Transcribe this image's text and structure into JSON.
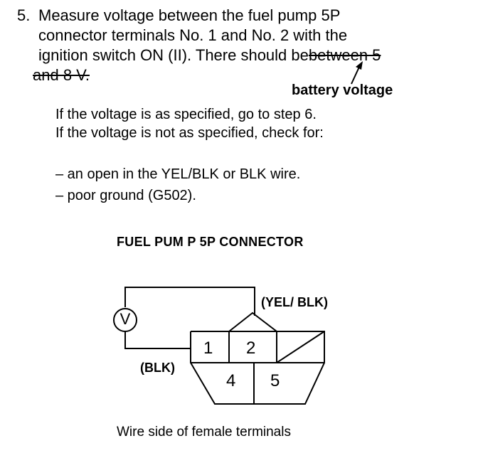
{
  "step": {
    "number": "5.",
    "line1": "Measure voltage between the fuel pump 5P",
    "line2": "connector terminals No. 1 and No. 2 with the",
    "line3": "ignition switch ON (II). There should be",
    "line3_struck": "between 5",
    "line4_struck": "and 8 V.",
    "correction": "battery voltage"
  },
  "body": {
    "if_ok": "If the voltage is as specified, go to step 6.",
    "if_not": "If the voltage is not as specified, check for:",
    "checks": [
      "– an open in the YEL/BLK or BLK wire.",
      "– poor ground (G502)."
    ]
  },
  "diagram": {
    "title": "FUEL PUM P 5P CONNECTOR",
    "meter_symbol": "V",
    "wire_yel_blk": "(YEL/ BLK)",
    "wire_blk": "(BLK)",
    "terminals": [
      "1",
      "2",
      "4",
      "5"
    ],
    "caption": "Wire side of female terminals"
  }
}
